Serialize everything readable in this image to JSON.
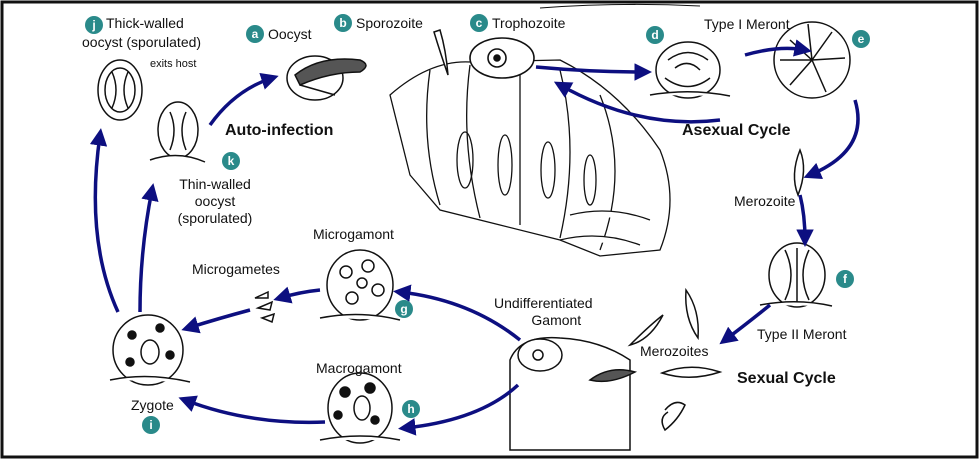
{
  "colors": {
    "arrow": "#0d0f80",
    "badge": "#2a8a8a",
    "ink": "#1a1a1a",
    "border": "#111111"
  },
  "stages": {
    "a": {
      "letter": "a",
      "label": "Oocyst"
    },
    "b": {
      "letter": "b",
      "label": "Sporozoite"
    },
    "c": {
      "letter": "c",
      "label": "Trophozoite"
    },
    "d": {
      "letter": "d",
      "label": "Type I Meront"
    },
    "e": {
      "letter": "e"
    },
    "merozoite": {
      "label": "Merozoite"
    },
    "f": {
      "letter": "f",
      "label": "Type II Meront"
    },
    "merozoites": {
      "label": "Merozoites"
    },
    "gamont": {
      "line1": "Undifferentiated",
      "line2": "Gamont"
    },
    "g": {
      "letter": "g",
      "label": "Microgamont"
    },
    "microgametes": {
      "label": "Microgametes"
    },
    "h": {
      "letter": "h",
      "label": "Macrogamont"
    },
    "i": {
      "letter": "i",
      "label": "Zygote"
    },
    "j": {
      "letter": "j",
      "line1": "Thick-walled",
      "line2": "oocyst (sporulated)",
      "note": "exits host"
    },
    "k": {
      "letter": "k",
      "line1": "Thin-walled",
      "line2": "oocyst",
      "line3": "(sporulated)"
    }
  },
  "cycles": {
    "auto": "Auto-infection",
    "asexual": "Asexual Cycle",
    "sexual": "Sexual Cycle"
  }
}
